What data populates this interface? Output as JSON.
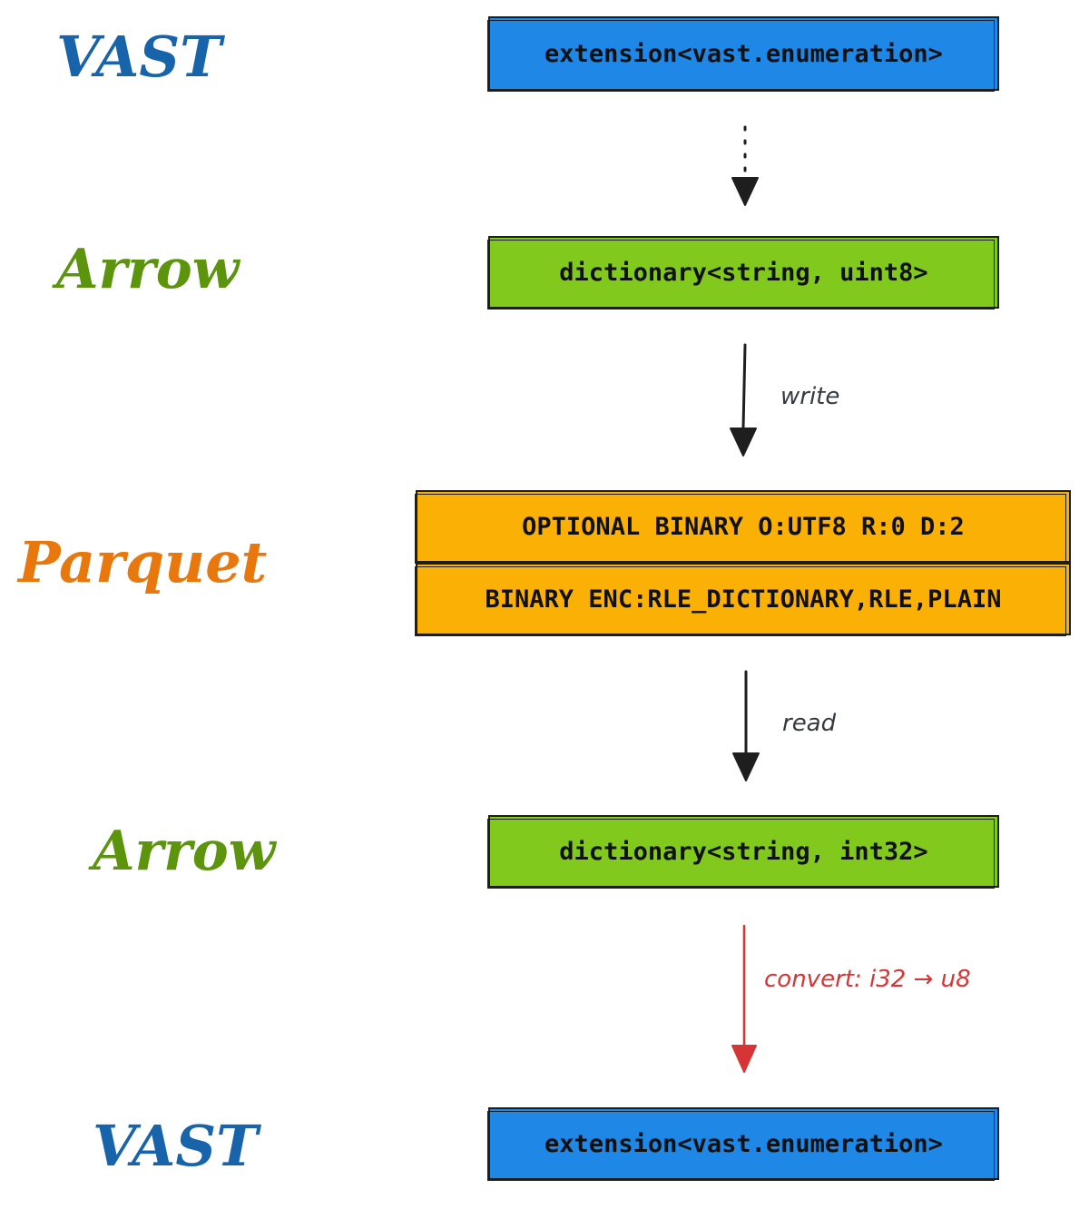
{
  "labels": {
    "vast_top": "VAST",
    "arrow_top": "Arrow",
    "parquet": "Parquet",
    "arrow_bottom": "Arrow",
    "vast_bottom": "VAST"
  },
  "boxes": {
    "vast_top": "extension<vast.enumeration>",
    "arrow_top": "dictionary<string, uint8>",
    "parquet_row1": "OPTIONAL BINARY O:UTF8 R:0 D:2",
    "parquet_row2": "BINARY ENC:RLE_DICTIONARY,RLE,PLAIN",
    "arrow_bottom": "dictionary<string, int32>",
    "vast_bottom": "extension<vast.enumeration>"
  },
  "edges": {
    "write": "write",
    "read": "read",
    "convert": "convert: i32 → u8"
  },
  "colors": {
    "vast": "#1f87e6",
    "vast_text": "#1864ab",
    "arrow": "#82c91e",
    "arrow_text": "#5c940d",
    "parquet": "#fab005",
    "parquet_text": "#e8780e",
    "line": "#1e1e1e",
    "convert": "#d63435"
  }
}
